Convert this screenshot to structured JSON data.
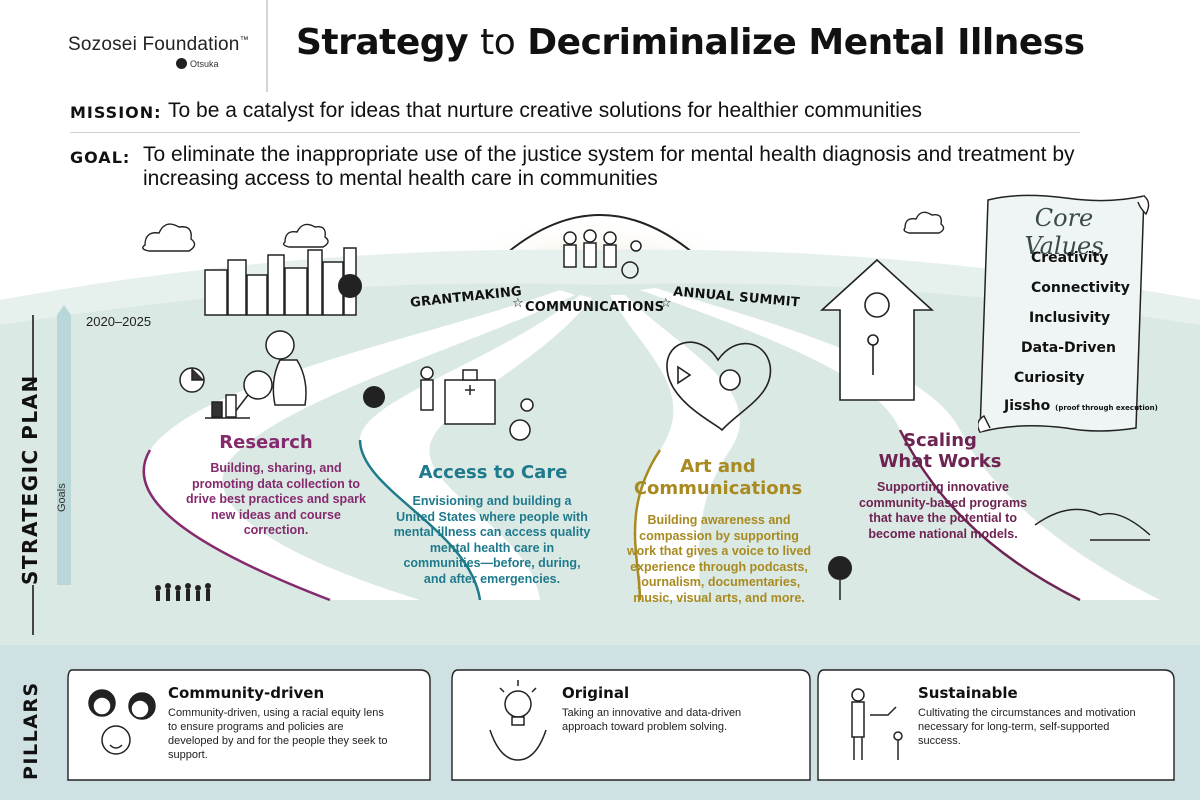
{
  "header": {
    "logo_name": "Sozosei Foundation",
    "logo_tm": "™",
    "logo_sub": "Otsuka",
    "title_part1": "Strategy",
    "title_part2": "to",
    "title_part3": "Decriminalize Mental Illness"
  },
  "mission": {
    "label": "MISSION:",
    "text": "To be a catalyst for ideas that nurture creative solutions for healthier communities"
  },
  "goal": {
    "label": "GOAL:",
    "text": "To eliminate the inappropriate use of the justice system for mental health diagnosis and treatment by increasing access to mental health care in communities"
  },
  "strategic_plan": {
    "side_label": "STRATEGIC PLAN",
    "years": "2020–2025",
    "goals_label": "Goals",
    "arch": [
      "GRANTMAKING",
      "COMMUNICATIONS",
      "ANNUAL SUMMIT"
    ],
    "sections": {
      "research": {
        "title": "Research",
        "body": "Building, sharing, and promoting data collection to drive best practices and spark new ideas and course correction."
      },
      "access": {
        "title": "Access to Care",
        "body": "Envisioning and building a United States where people with mental illness can access quality mental health care in communities—before, during, and after emergencies."
      },
      "art": {
        "title_line1": "Art and",
        "title_line2": "Communications",
        "body": "Building awareness and compassion by supporting work that gives a voice to lived experience through podcasts, journalism, documentaries, music, visual arts, and more."
      },
      "scaling": {
        "title_line1": "Scaling",
        "title_line2": "What Works",
        "body": "Supporting innovative community-based programs that have the potential to become national models."
      }
    }
  },
  "core_values": {
    "title": "Core Values",
    "items": [
      "Creativity",
      "Connectivity",
      "Inclusivity",
      "Data-Driven",
      "Curiosity",
      "Jissho"
    ],
    "jissho_note": "(proof through execution)"
  },
  "pillars": {
    "side_label": "PILLARS",
    "items": [
      {
        "title": "Community-driven",
        "body": "Community-driven, using a racial equity lens to ensure programs and policies are developed by and for the people they seek to support."
      },
      {
        "title": "Original",
        "body": "Taking an innovative and data-driven approach toward problem solving."
      },
      {
        "title": "Sustainable",
        "body": "Cultivating the circumstances and motivation necessary for long-term, self-supported success."
      }
    ]
  },
  "colors": {
    "research": "#862a6e",
    "access": "#1e7a8c",
    "art": "#a88a20",
    "scaling": "#6e2352",
    "hill": "#dbe9e4",
    "pillars_band": "#cfe1e2"
  }
}
